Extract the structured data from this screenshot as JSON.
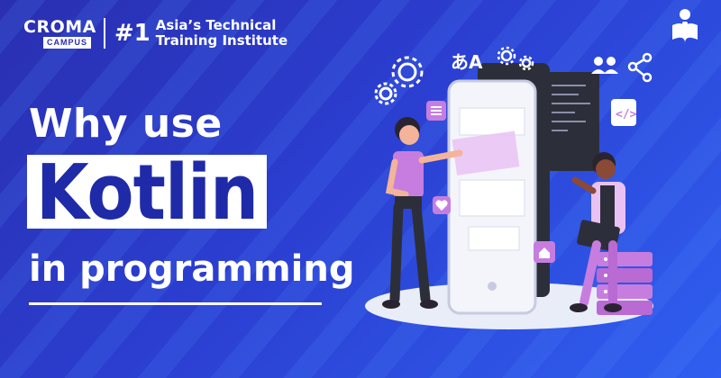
{
  "brand": {
    "croma": "CROMA",
    "campus": "CAMPUS",
    "rank": "#1",
    "tagline_line1": "Asia’s Technical",
    "tagline_line2": "Training Institute"
  },
  "headline": {
    "line1": "Why use",
    "line2": "Kotlin",
    "line3": "in programming"
  },
  "colors": {
    "background": "#2b3ed0",
    "accent_purple": "#c77ddf",
    "text": "#ffffff",
    "kotlin_text": "#1f2aa8"
  }
}
